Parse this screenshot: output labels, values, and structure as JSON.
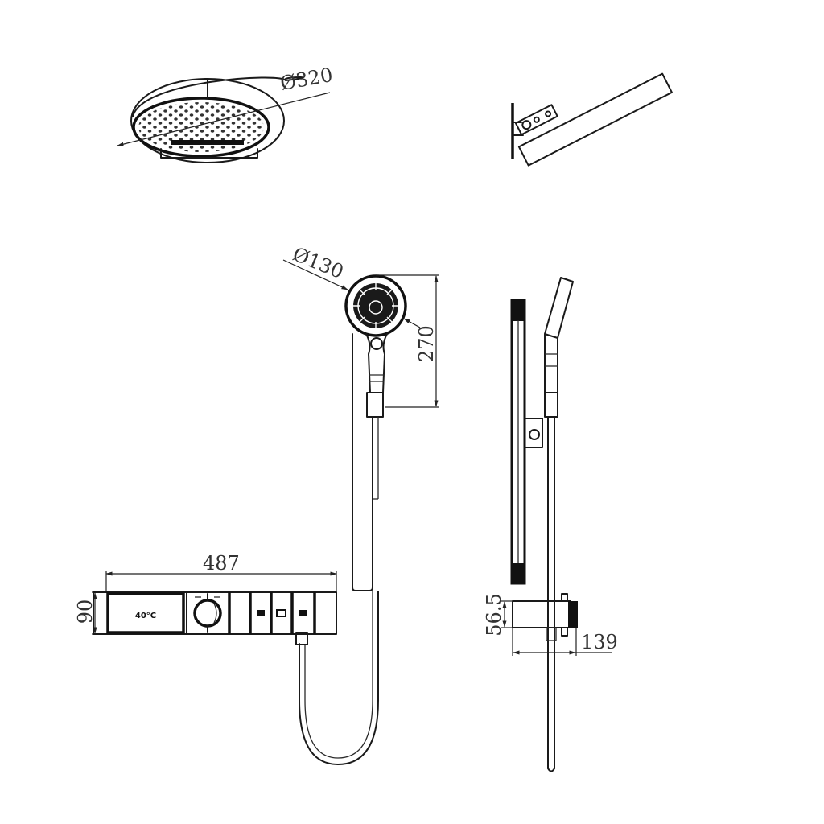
{
  "drawing": {
    "title": "Shower system dimension drawing",
    "line_color": "#1a1a1a",
    "background": "#ffffff"
  },
  "views": {
    "overhead_shower_top": {
      "label": "overhead-shower-perspective",
      "dimension": "Ø320"
    },
    "overhead_shower_side": {
      "label": "overhead-shower-side-view"
    },
    "hand_shower_front": {
      "label": "hand-shower-front-view",
      "diameter_dimension": "Ø130",
      "height_dimension": "270"
    },
    "slide_bar_side": {
      "label": "slide-bar-side-view",
      "outlet_height_dimension": "56.5",
      "outlet_depth_dimension": "139"
    },
    "thermostat_panel": {
      "label": "thermostatic-control-panel-front-view",
      "width_dimension": "487",
      "height_dimension": "90",
      "display_text": "40°C"
    }
  }
}
